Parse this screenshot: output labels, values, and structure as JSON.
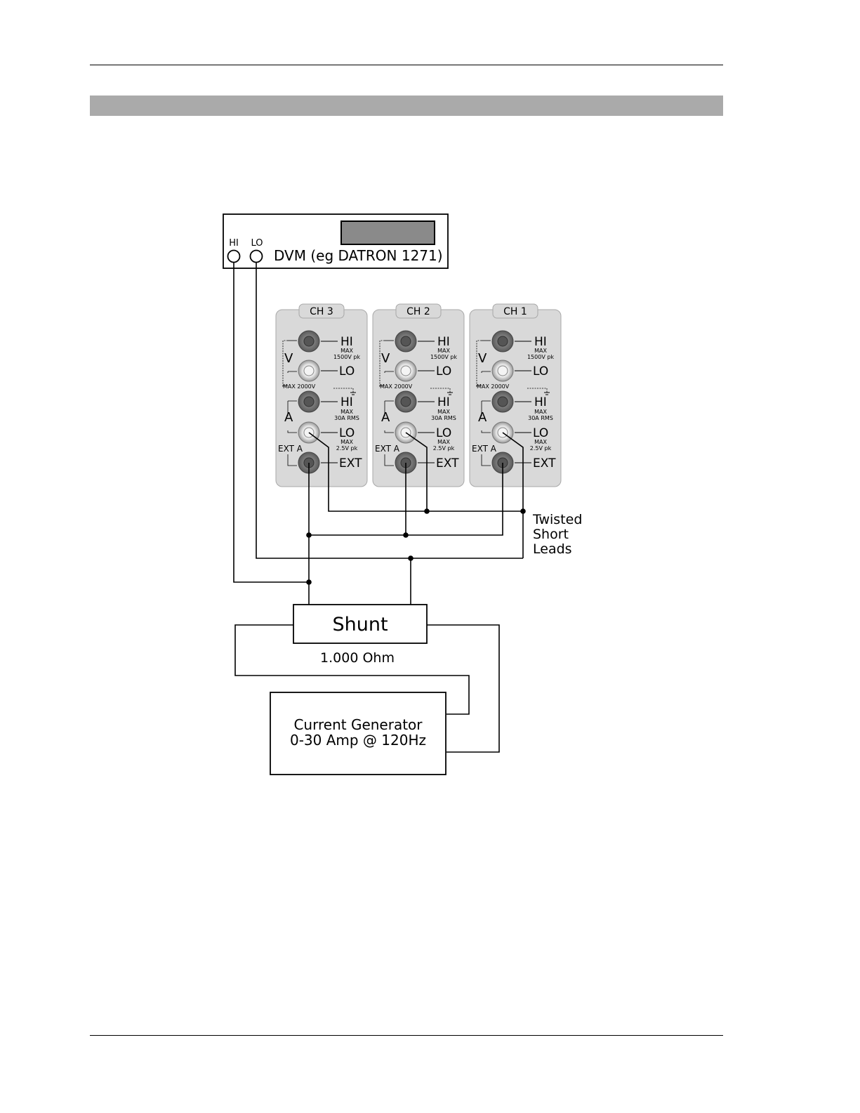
{
  "dvm": {
    "hi_label": "HI",
    "lo_label": "LO",
    "title": "DVM (eg DATRON 1271)"
  },
  "panel_text": {
    "v": "V",
    "a": "A",
    "hi": "HI",
    "lo": "LO",
    "ext": "EXT",
    "max": "MAX",
    "v_rating": "1500V pk",
    "max_2000v": "MAX 2000V",
    "a_rating": "30A RMS",
    "ext_rating": "2.5V pk",
    "ext_a": "EXT A"
  },
  "channels": [
    "CH 3",
    "CH 2",
    "CH 1"
  ],
  "twisted": {
    "line1": "Twisted",
    "line2": "Short",
    "line3": "Leads"
  },
  "shunt": {
    "label": "Shunt",
    "value": "1.000 Ohm"
  },
  "generator": {
    "line1": "Current Generator",
    "line2": "0-30 Amp @ 120Hz"
  },
  "colors": {
    "band": "#aaaaaa",
    "panel_fill": "#d9d9d9",
    "terminal_dark": "#6e6e6e",
    "screen": "#8a8a8a"
  }
}
